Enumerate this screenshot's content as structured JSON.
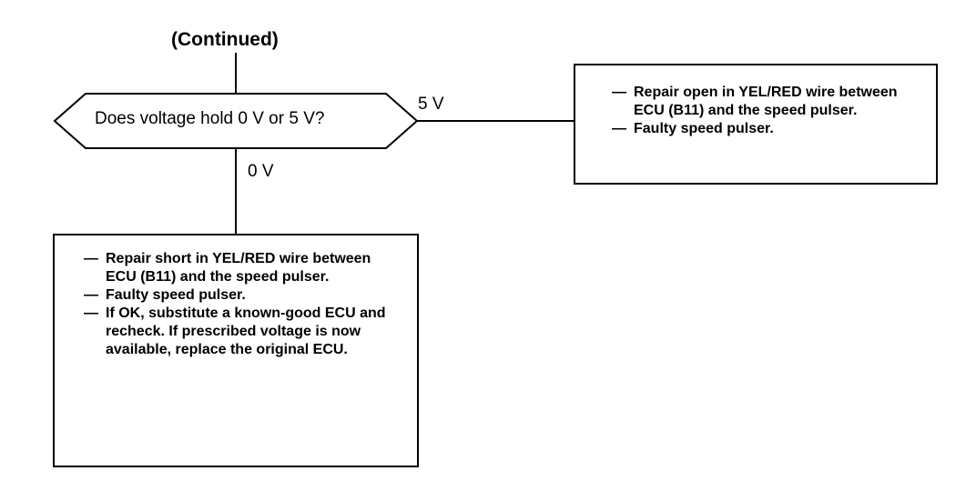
{
  "diagram": {
    "title": "(Continued)",
    "decision": {
      "question": "Does voltage hold 0 V or 5 V?"
    },
    "branches": {
      "right_label": "5 V",
      "down_label": "0 V"
    },
    "result_right": {
      "items": [
        "Repair open in YEL/RED wire between ECU (B11) and the speed pulser.",
        "Faulty speed pulser."
      ]
    },
    "result_bottom": {
      "items": [
        "Repair short in YEL/RED wire between ECU (B11) and the speed pulser.",
        "Faulty speed pulser.",
        "If OK, substitute a known-good ECU and recheck. If prescribed voltage is now available, replace the original ECU."
      ]
    },
    "bullet_symbol": "—"
  }
}
